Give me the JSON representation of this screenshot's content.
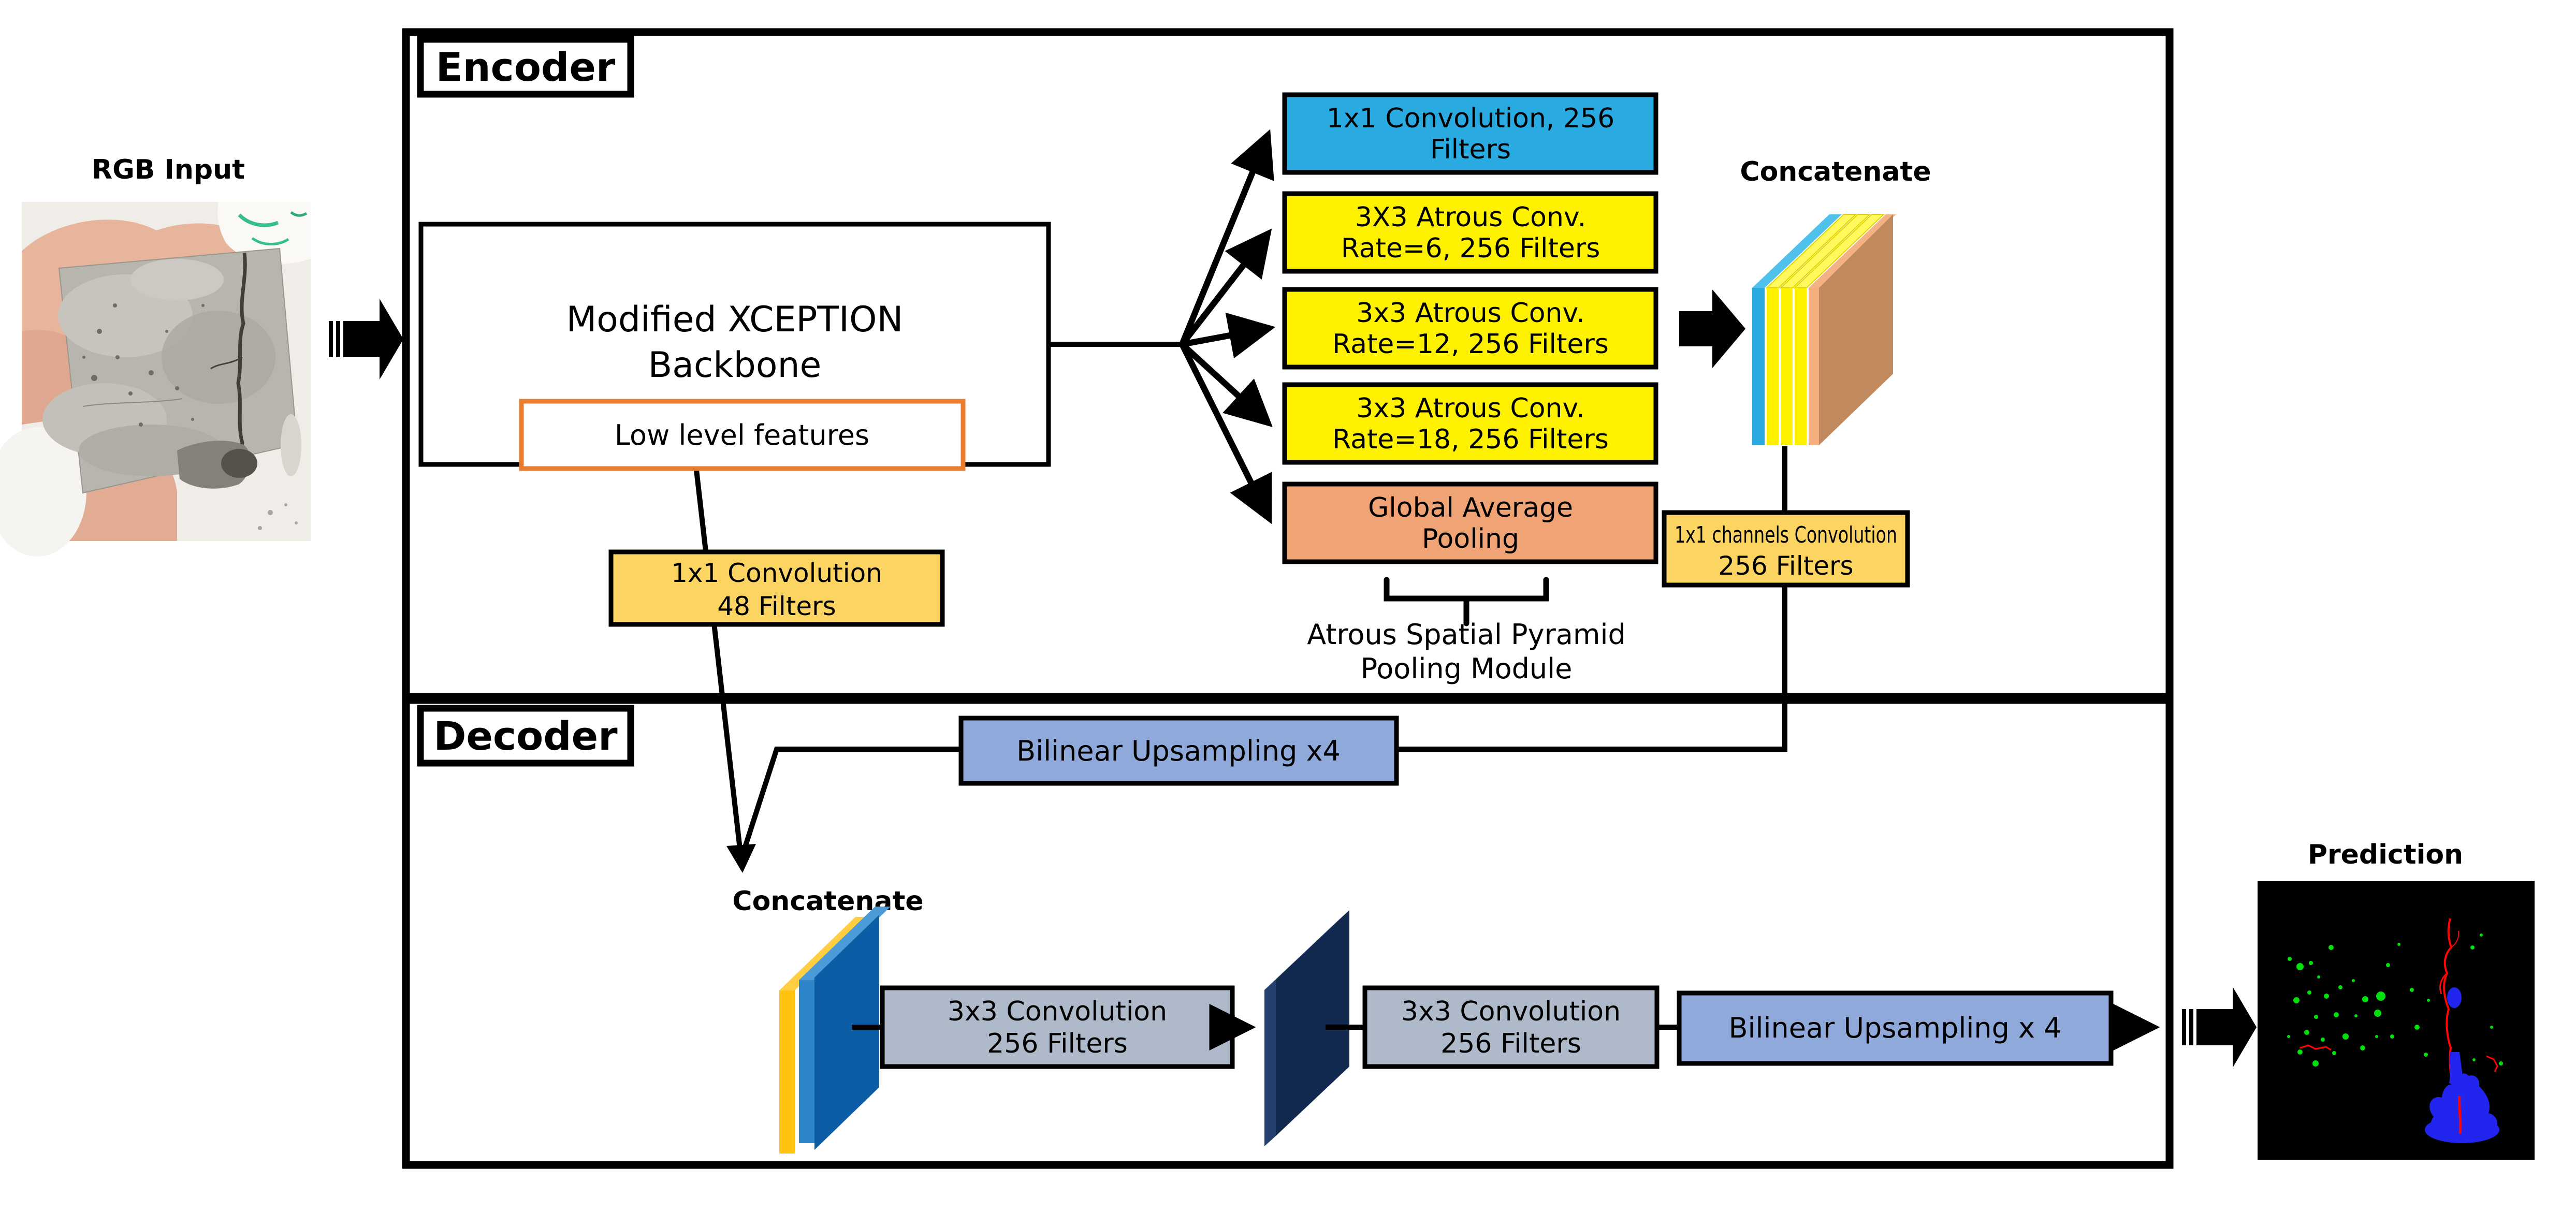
{
  "input": {
    "label": "RGB Input"
  },
  "output": {
    "label": "Prediction"
  },
  "encoder": {
    "label": "Encoder",
    "backbone": {
      "line1": "Modified XCEPTION",
      "line2": "Backbone"
    },
    "low_level": {
      "label": "Low level features"
    },
    "conv48": {
      "line1": "1x1 Convolution",
      "line2": "48 Filters"
    },
    "aspp": {
      "boxes": [
        {
          "line1": "1x1 Convolution, 256",
          "line2": "Filters",
          "color": "#29ABE2"
        },
        {
          "line1": "3X3 Atrous Conv.",
          "line2": "Rate=6, 256 Filters",
          "color": "#FFF200"
        },
        {
          "line1": "3x3 Atrous Conv.",
          "line2": "Rate=12, 256 Filters",
          "color": "#FFF200"
        },
        {
          "line1": "3x3 Atrous Conv.",
          "line2": "Rate=18, 256 Filters",
          "color": "#FFF200"
        },
        {
          "line1": "Global Average",
          "line2": "Pooling",
          "color": "#F0A375"
        }
      ],
      "module_line1": "Atrous Spatial Pyramid",
      "module_line2": "Pooling Module"
    },
    "concatenate_label": "Concatenate",
    "conv_channels": {
      "line1": "1x1 channels Convolution",
      "line2": "256 Filters"
    }
  },
  "decoder": {
    "label": "Decoder",
    "bilinear1": {
      "label": "Bilinear Upsampling x4"
    },
    "concatenate_label": "Concatenate",
    "conv3x3_a": {
      "line1": "3x3 Convolution",
      "line2": "256 Filters"
    },
    "conv3x3_b": {
      "line1": "3x3 Convolution",
      "line2": "256 Filters"
    },
    "bilinear2": {
      "label": "Bilinear Upsampling x 4"
    }
  },
  "colors": {
    "gold": "#FCD462",
    "periwinkle": "#8FA9DB",
    "gray_conv": "#AEB9CA",
    "orange_border": "#E87D2E",
    "aspp_blue": "#29ABE2",
    "aspp_yellow": "#FFF200",
    "aspp_salmon": "#F0A375",
    "stack_tan": "#C08A5E",
    "stack_tan_bevel": "#F4B183",
    "dec_stack_gold": "#FFC20E",
    "dec_stack_edge": "#2E86C9",
    "dec_stack_face": "#0C5DA5",
    "navy_face": "#12294F",
    "navy_edge": "#24406F"
  }
}
